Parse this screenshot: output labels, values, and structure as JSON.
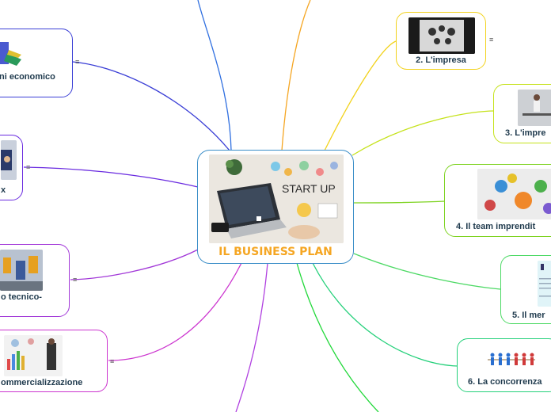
{
  "colors": {
    "center_border": "#3b8ec8",
    "center_title": "#f5a623",
    "label_text": "#1f3a4d"
  },
  "center": {
    "title": "IL BUSINESS PLAN",
    "image_text": "START UP"
  },
  "nodes": [
    {
      "id": "impresa",
      "label": "2. L'impresa",
      "color": "#f2d21b",
      "branch": "#f2d21b"
    },
    {
      "id": "imprenditore",
      "label": "3. L'impre",
      "color": "#c5e21a",
      "branch": "#c5e21a"
    },
    {
      "id": "team",
      "label": "4. Il team imprendit",
      "color": "#7ed321",
      "branch": "#7ed321"
    },
    {
      "id": "mercato",
      "label": "5. Il mer",
      "color": "#4cd964",
      "branch": "#4cd964"
    },
    {
      "id": "concorrenza",
      "label": "6. La concorrenza",
      "color": "#24d07a",
      "branch": "#24d07a"
    },
    {
      "id": "economico",
      "label": "ni economico",
      "color": "#3b3fd6",
      "branch": "#3b3fd6"
    },
    {
      "id": "x",
      "label": "x",
      "color": "#6a2be0",
      "branch": "#6a2be0"
    },
    {
      "id": "tecnico",
      "label": "o tecnico-",
      "color": "#a238d8",
      "branch": "#a238d8"
    },
    {
      "id": "commerc",
      "label": "ommercializzazione",
      "color": "#cc35cf",
      "branch": "#cc35cf"
    }
  ],
  "menu_glyph": "≡"
}
